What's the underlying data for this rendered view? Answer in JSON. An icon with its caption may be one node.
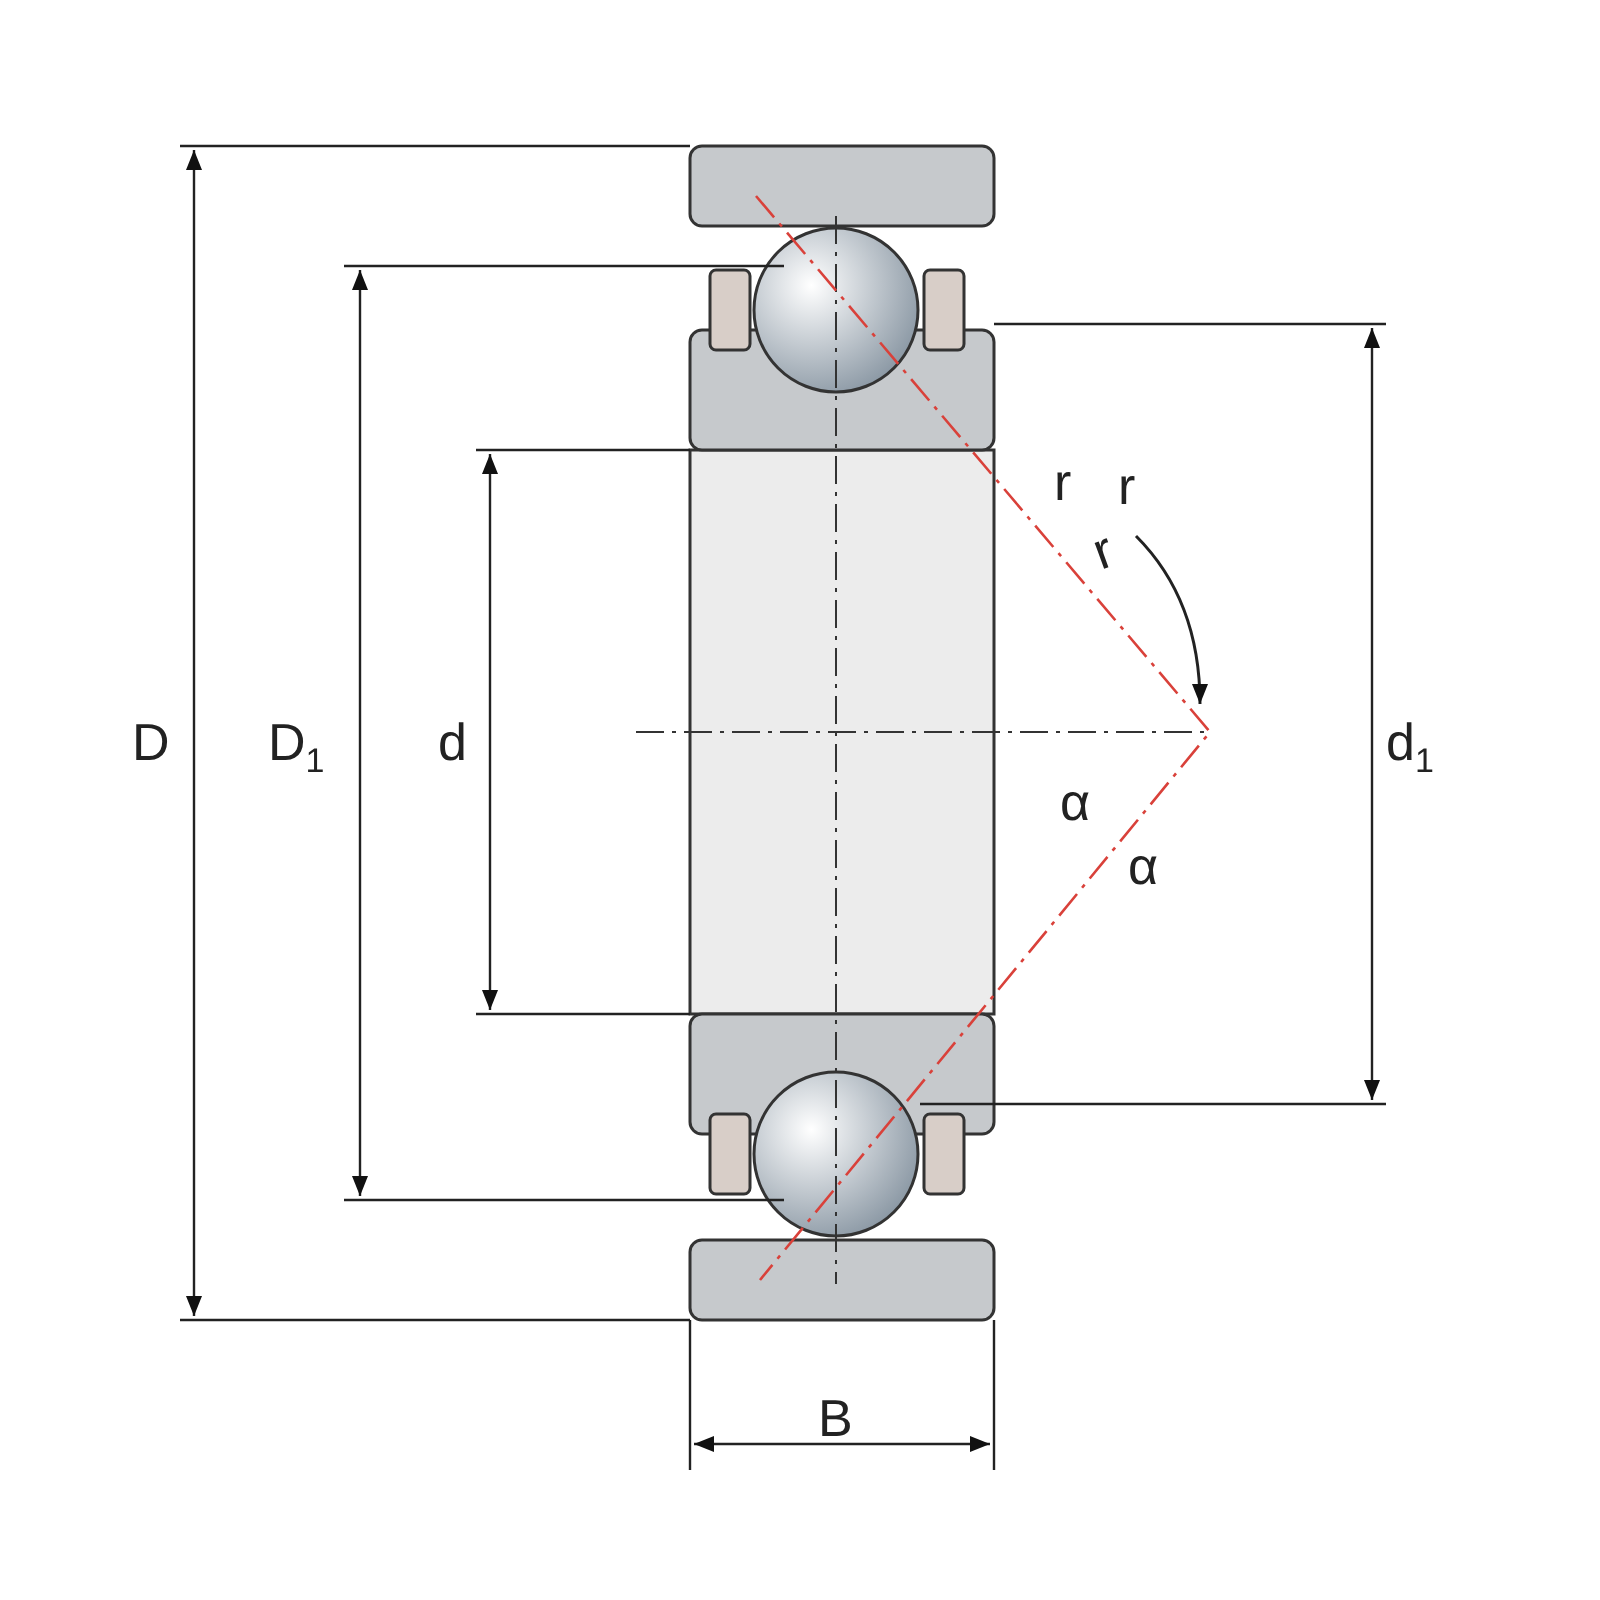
{
  "diagram": {
    "labels": [
      "r",
      "r",
      "r",
      "D",
      "D$_{1}$",
      "d",
      "d$_{1}$",
      "α",
      "α",
      "B"
    ]
  }
}
